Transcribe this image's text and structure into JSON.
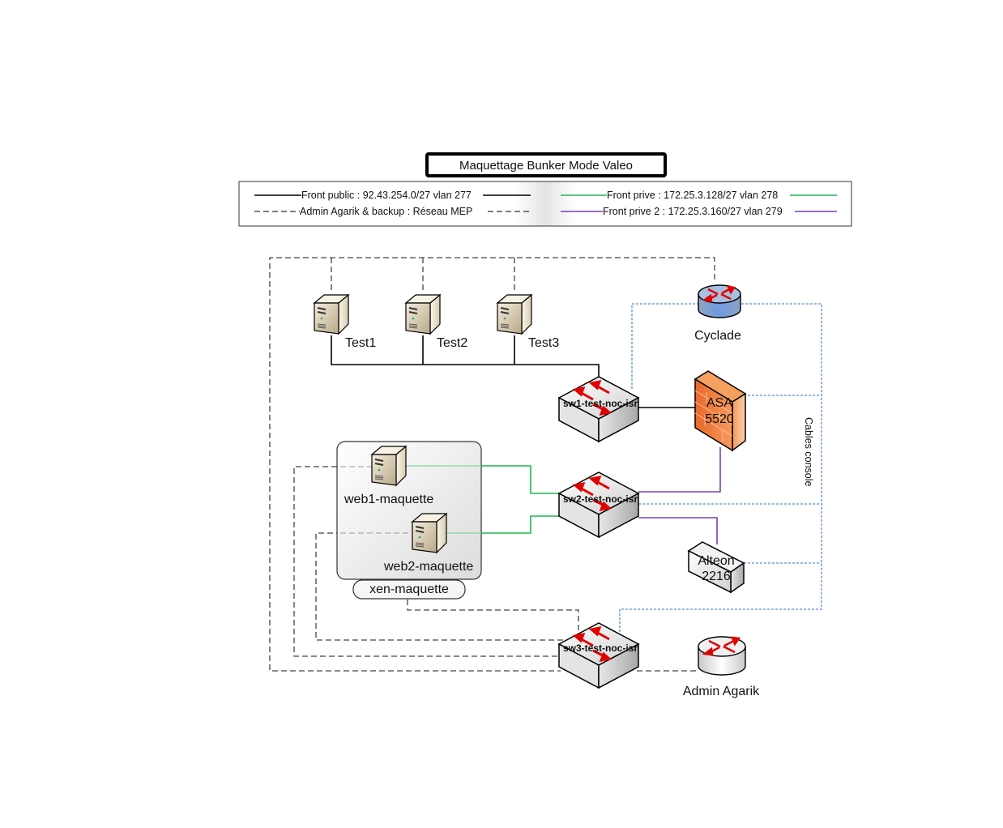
{
  "title": "Maquettage Bunker Mode Valeo",
  "colors": {
    "front_public": "#000000",
    "admin": "#333333",
    "front_prive": "#1db954",
    "front_prive_2": "#7b3fb0",
    "console": "#5b8fd6",
    "firewall": "#f07a2e",
    "router_blue": "#8fb0d8",
    "arrow_red": "#e00000"
  },
  "legend": {
    "front_public": "Front public : 92.43.254.0/27 vlan 277",
    "admin": "Admin Agarik & backup : Réseau MEP",
    "front_prive": "Front prive : 172.25.3.128/27 vlan 278",
    "front_prive_2": "Front prive 2 : 172.25.3.160/27 vlan 279"
  },
  "nodes": {
    "test1": "Test1",
    "test2": "Test2",
    "test3": "Test3",
    "cyclade": "Cyclade",
    "sw1": "sw1-test-noc-isr",
    "sw2": "sw2-test-noc-isr",
    "sw3": "sw3-test-noc-isr",
    "asa_line1": "ASA",
    "asa_line2": "5520",
    "alteon_line1": "Alteon",
    "alteon_line2": "2216",
    "web1": "web1-maquette",
    "web2": "web2-maquette",
    "xen": "xen-maquette",
    "admin_agarik": "Admin Agarik"
  },
  "annotations": {
    "cables_console": "Cables console"
  }
}
